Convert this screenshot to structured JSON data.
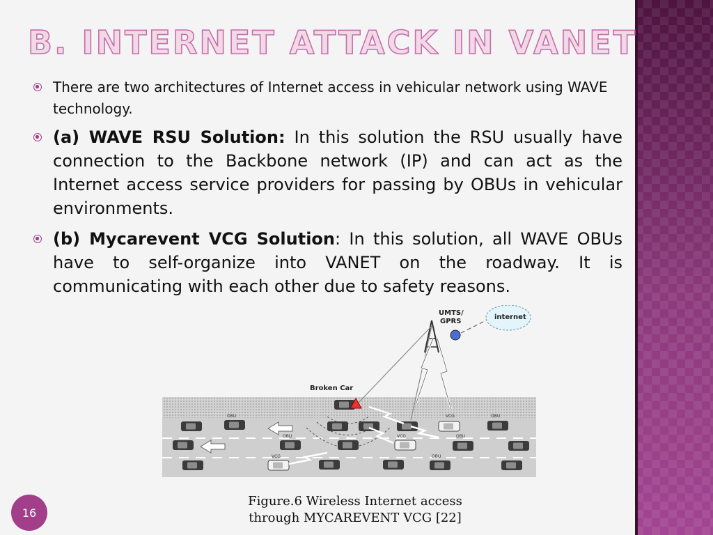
{
  "slide": {
    "title": "B. Internet Attack in VANET",
    "number": "16"
  },
  "bullets": [
    {
      "bold": "",
      "text": "There are two architectures of Internet access in vehicular network using WAVE technology."
    },
    {
      "bold": "(a) WAVE RSU Solution:",
      "text": " In this solution the RSU usually have connection to the Backbone network (IP) and can act as the Internet access service providers for passing by OBUs in vehicular environments."
    },
    {
      "bold": "(b) Mycarevent VCG Solution",
      "text": ": In this solution, all WAVE OBUs have to self-organize into VANET on the roadway. It is communicating with each other due to safety reasons."
    }
  ],
  "figure": {
    "tower_label_1": "UMTS/",
    "tower_label_2": "GPRS",
    "cloud_label": "internet",
    "broken_car_label": "Broken Car",
    "obu_label": "OBU",
    "vcg_label": "VCG",
    "caption_line1": "Figure.6 Wireless Internet access",
    "caption_line2": "through MYCAREVENT VCG [22]"
  },
  "colors": {
    "accent": "#a33f8a",
    "band": "#7a2a6c",
    "title_fill": "#f3d9e6"
  }
}
